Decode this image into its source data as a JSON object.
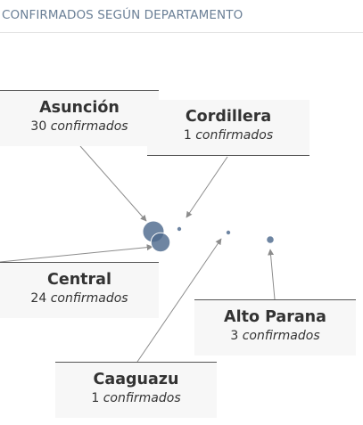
{
  "header": {
    "title": "CONFIRMADOS SEGÚN DEPARTAMENTO"
  },
  "colors": {
    "bubble": "#4e6a8e",
    "leader_line": "#8c8c8c",
    "callout_bg": "#f7f7f7",
    "title": "#6a7f96"
  },
  "chart_data": {
    "type": "scatter",
    "title": "CONFIRMADOS SEGÚN DEPARTAMENTO",
    "unit_label": "confirmados",
    "series": [
      {
        "values": [
          {
            "departamento": "Asunción",
            "confirmados": 30
          },
          {
            "departamento": "Cordillera",
            "confirmados": 1
          },
          {
            "departamento": "Central",
            "confirmados": 24
          },
          {
            "departamento": "Alto Parana",
            "confirmados": 3
          },
          {
            "departamento": "Caaguazu",
            "confirmados": 1
          }
        ]
      }
    ]
  }
}
